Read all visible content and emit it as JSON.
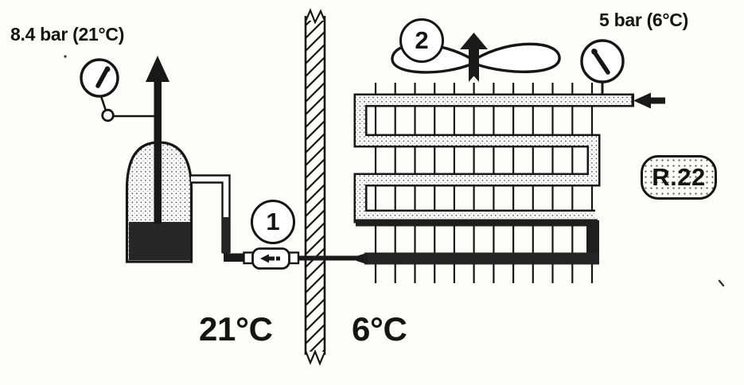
{
  "labels": {
    "high_side_pressure": "8.4 bar (21°C)",
    "low_side_pressure": "5 bar (6°C)",
    "machine_room_temp": "21°C",
    "cold_room_temp": "6°C",
    "refrigerant": "R.22",
    "component_expansion_device": "1",
    "component_fan": "2"
  },
  "colors": {
    "ink": "#1a1a1a",
    "paper": "#fdfdfb",
    "liquid_fill": "#262626",
    "stipple_dot": "#4a4a4a"
  },
  "icons": {
    "left_gauge": "pressure-gauge-icon",
    "right_gauge": "pressure-gauge-icon",
    "fan": "fan-blades-icon",
    "receiver_vent": "flow-arrow-up-icon",
    "fan_airflow": "flow-arrow-up-icon",
    "evaporator_inlet": "flow-arrow-left-icon",
    "expansion_device": "filter-drier-capsule-icon",
    "wall": "hatched-wall",
    "coil": "finned-evaporator-coil"
  }
}
